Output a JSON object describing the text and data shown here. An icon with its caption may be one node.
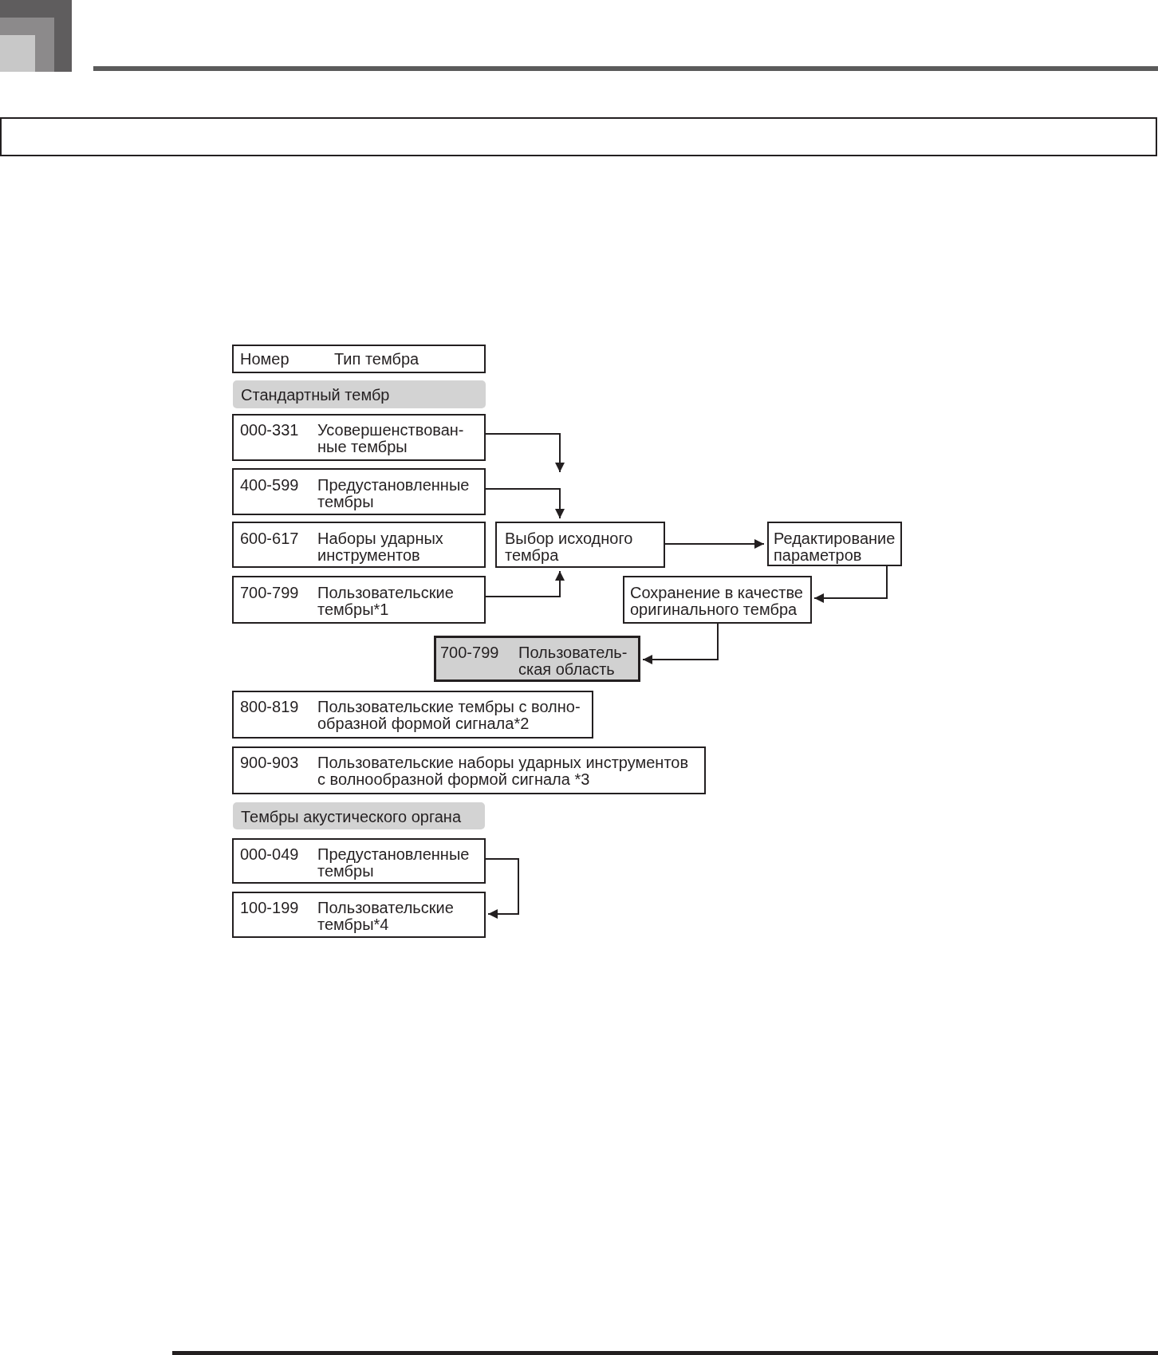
{
  "diagram": {
    "nodes": [
      {
        "text": [
          "Номер",
          "Тип тембра"
        ]
      },
      {
        "text": [
          "Стандартный тембр"
        ]
      },
      {
        "text": [
          "000-331",
          "Усовершенствован-ные тембры"
        ]
      },
      {
        "text": [
          "400-599",
          "Предустановленные тембры"
        ]
      },
      {
        "text": [
          "600-617",
          "Наборы ударных инструментов"
        ]
      },
      {
        "text": [
          "700-799",
          "Пользовательские тембры*1"
        ]
      },
      {
        "text": [
          "Выбор исходного тембра"
        ]
      },
      {
        "text": [
          "Редактирование параметров"
        ]
      },
      {
        "text": [
          "Сохранение в качестве оригинального тембра"
        ]
      },
      {
        "text": [
          "700-799",
          "Пользователь-ская область"
        ]
      },
      {
        "text": [
          "800-819",
          "Пользовательские тембры с волно-образной формой сигнала*2"
        ]
      },
      {
        "text": [
          "900-903",
          "Пользовательские наборы ударных инструментов с волнообразной формой сигнала *3"
        ]
      },
      {
        "text": [
          "Тембры акустического органа"
        ]
      },
      {
        "text": [
          "000-049",
          "Предустановленные тембры"
        ]
      },
      {
        "text": [
          "100-199",
          "Пользовательские тембры*4"
        ]
      }
    ],
    "edges": [
      {
        "from": 2,
        "to": 6,
        "arrow": "to"
      },
      {
        "from": 3,
        "to": 6,
        "arrow": "to"
      },
      {
        "from": 5,
        "to": 6,
        "arrow": "to"
      },
      {
        "from": 6,
        "to": 7,
        "arrow": "to"
      },
      {
        "from": 7,
        "to": 8,
        "arrow": "to"
      },
      {
        "from": 8,
        "to": 9,
        "arrow": "to"
      },
      {
        "from": 13,
        "to": 14,
        "arrow": "to"
      }
    ]
  }
}
